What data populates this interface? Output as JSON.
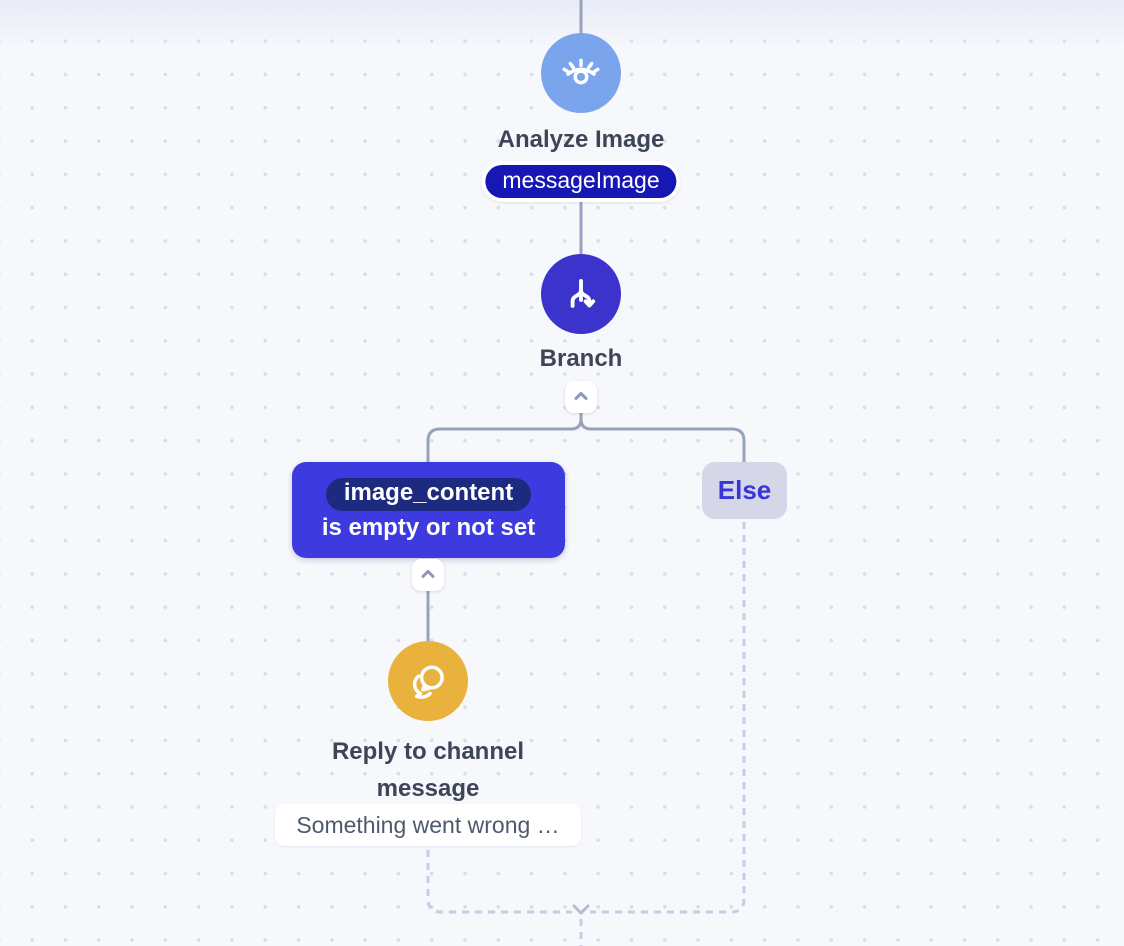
{
  "flow": {
    "analyze": {
      "title": "Analyze Image",
      "badge": "messageImage",
      "icon": "eye-icon"
    },
    "branch": {
      "title": "Branch",
      "icon": "branch-split-icon"
    },
    "branches": {
      "condition": {
        "variable": "image_content",
        "text": "is empty or not set"
      },
      "else": {
        "label": "Else"
      }
    },
    "reply": {
      "title": "Reply to channel message",
      "preview": "Something went wrong …",
      "icon": "chat-bubbles-icon"
    }
  },
  "colors": {
    "canvas_bg": "#f6f8fc",
    "dot": "#d9dce4",
    "top_fade": "#e8ebf8",
    "node_analyze": "#7aa4ec",
    "node_branch": "#3b33cb",
    "node_reply": "#e9b23d",
    "condition_box": "#3d3ae0",
    "condition_pill": "#1c2a80",
    "badge_pill": "#1717b4",
    "else_bg": "#d5d7e9",
    "else_text": "#3a35d9",
    "connector": "#99a2bd",
    "connector_dashed": "#c7cbe6",
    "merge_arrow": "#b4bad9",
    "text_dark": "#3d4557",
    "text_muted": "#4d5a6e",
    "chevron": "#8e97b6"
  }
}
